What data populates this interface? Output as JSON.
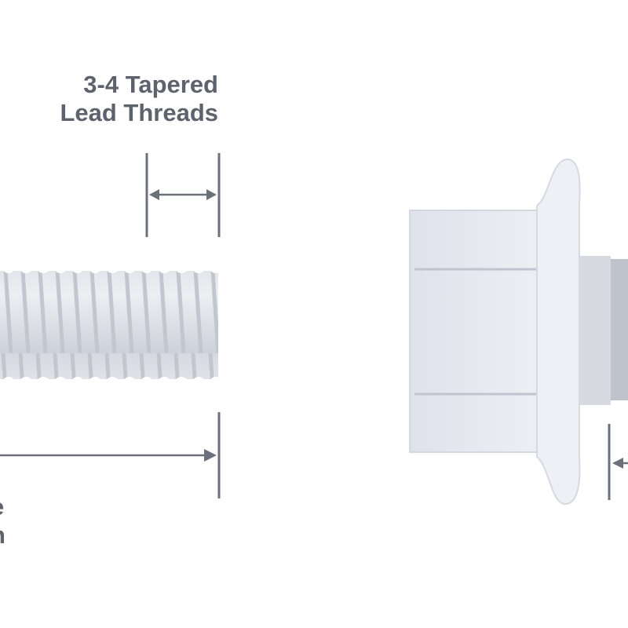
{
  "labels": {
    "tapered_line1": "3-4 Tapered",
    "tapered_line2": "Lead Threads",
    "length_line1": "e",
    "length_line2": "n"
  },
  "colors": {
    "text": "#5d626d",
    "dimension_line": "#6b707b",
    "metal_light": "#e4e7ee",
    "metal_mid": "#cfd3dc"
  }
}
